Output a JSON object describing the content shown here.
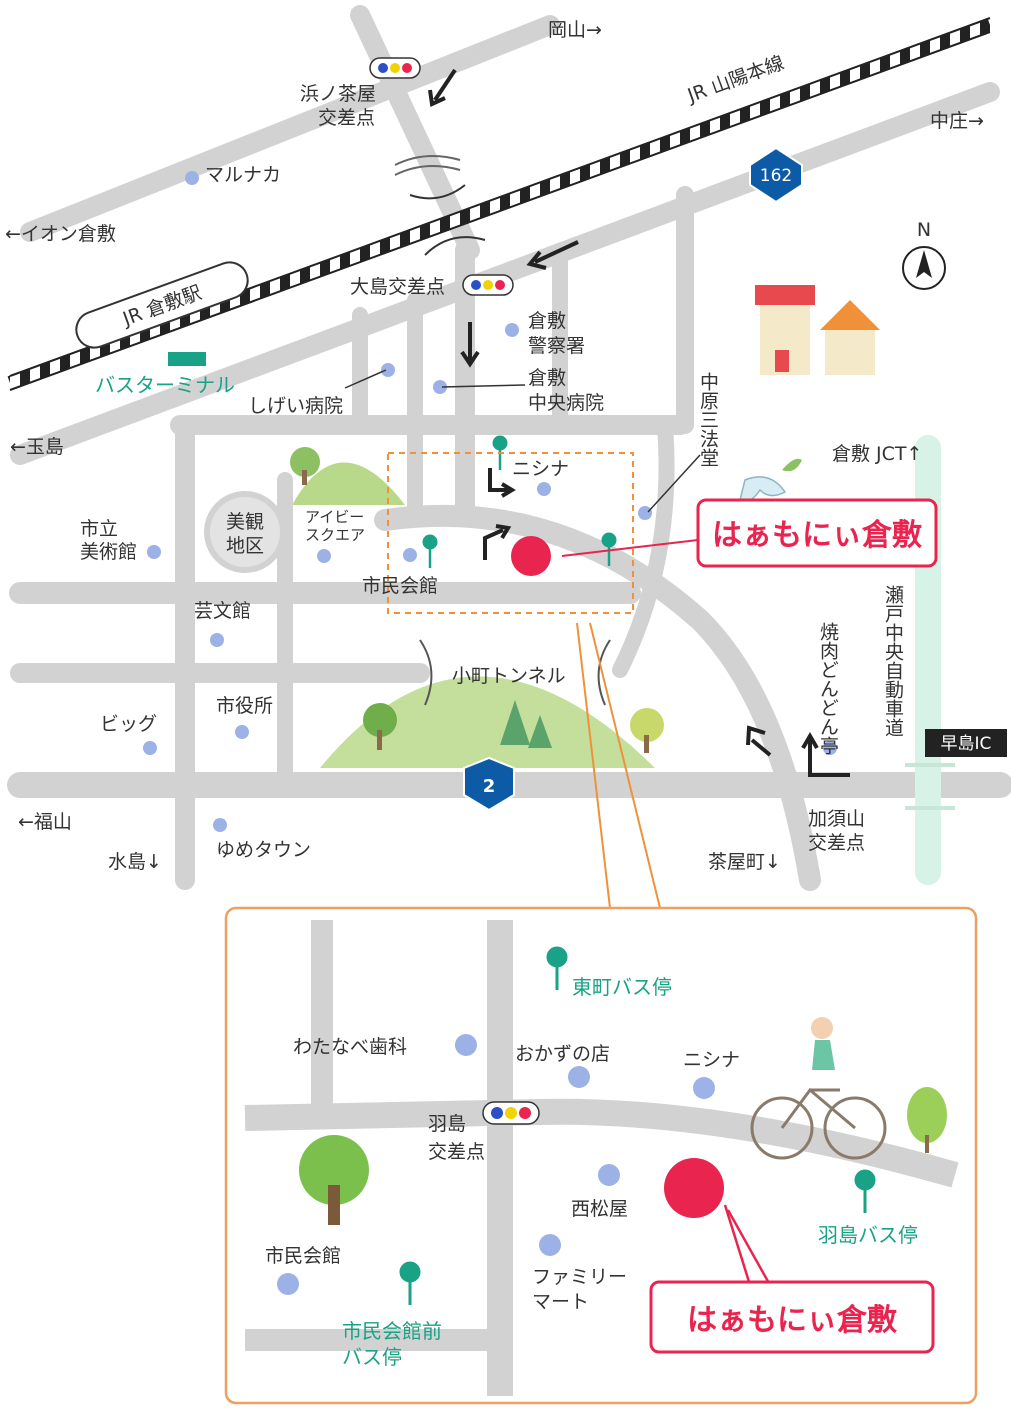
{
  "colors": {
    "road": "#d2d2d2",
    "railway": "#222222",
    "highway": "#d7f2e6",
    "hill": "#b9d98a",
    "poi_dot": "#9cb2e6",
    "destination": "#e8244f",
    "bus_stop": "#1aa286",
    "inset_border": "#eea060",
    "route_badge": "#0d5aa7"
  },
  "icons": {
    "poi": "dot-icon",
    "bus": "bus-stop-pin-icon",
    "signal": "traffic-signal-icon",
    "north": "north-arrow-icon",
    "destination": "destination-marker-icon"
  },
  "main_map": {
    "directions": {
      "okayama": "岡山→",
      "nakasho": "中庄→",
      "aeon": "←イオン倉敷",
      "tamashima": "←玉島",
      "fukuyama": "←福山",
      "mizushima": "水島↓",
      "chayamachi": "茶屋町↓",
      "kurashiki_jct": "倉敷 JCT↑"
    },
    "railway_label": "JR 山陽本線",
    "station_label": "JR 倉敷駅",
    "bus_terminal": "バスターミナル",
    "route_162": "162",
    "route_2": "2",
    "north": "N",
    "expressway": "瀬戸中央自動車道",
    "hayashima_ic": "早島IC",
    "tunnel": "小町トンネル",
    "bikan_line1": "美観",
    "bikan_line2": "地区",
    "places": {
      "hamanochaya_line1": "浜ノ茶屋",
      "hamanochaya_line2": "交差点",
      "marunaka": "マルナカ",
      "oshima": "大島交差点",
      "police_line1": "倉敷",
      "police_line2": "警察署",
      "hospital_line1": "倉敷",
      "hospital_line2": "中央病院",
      "shigei": "しげい病院",
      "nakahara_sanpodo": "中原三法堂",
      "nishina": "ニシナ",
      "ivy_line1": "アイビー",
      "ivy_line2": "スクエア",
      "museum_line1": "市立",
      "museum_line2": "美術館",
      "shimin_kaikan": "市民会館",
      "geibunkan": "芸文館",
      "shiyakusho": "市役所",
      "big": "ビッグ",
      "youme": "ゆめタウン",
      "yakiniku": "焼肉どんどん亭",
      "kasuyama_line1": "加須山",
      "kasuyama_line2": "交差点"
    },
    "destination": "はぁもにぃ倉敷"
  },
  "inset_map": {
    "higashimachi_bus": "東町バス停",
    "watanabe": "わたなべ歯科",
    "okazu": "おかずの店",
    "nishina": "ニシナ",
    "hashima_line1": "羽島",
    "hashima_line2": "交差点",
    "nishimatsuya": "西松屋",
    "shimin_kaikan": "市民会館",
    "family_line1": "ファミリー",
    "family_line2": "マート",
    "shimin_bus_line1": "市民会館前",
    "shimin_bus_line2": "バス停",
    "hashima_bus": "羽島バス停",
    "destination": "はぁもにぃ倉敷"
  }
}
